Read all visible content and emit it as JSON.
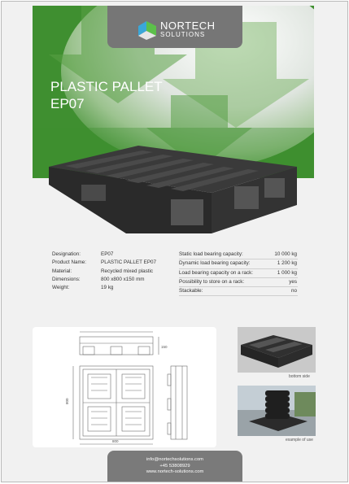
{
  "brand": {
    "name_line1": "NORTECH",
    "name_line2": "SOLUTIONS"
  },
  "product": {
    "title_line1": "PLASTIC PALLET",
    "title_line2": "EP07"
  },
  "specs_left": [
    {
      "label": "Designation:",
      "value": "EP07"
    },
    {
      "label": "Product Name:",
      "value": "PLASTIC PALLET EP07"
    },
    {
      "label": "Material:",
      "value": "Recycled mixed plastic"
    },
    {
      "label": "Dimensions:",
      "value": "800 x800 x150 mm"
    },
    {
      "label": "Weight:",
      "value": "19 kg"
    }
  ],
  "specs_right": [
    {
      "label": "Static load bearing capacity:",
      "value": "10 000 kg"
    },
    {
      "label": "Dynamic load bearing capacity:",
      "value": "1 200 kg"
    },
    {
      "label": "Load bearing capacity on a rack:",
      "value": "1 000 kg"
    },
    {
      "label": "Possibility to store on a rack:",
      "value": "yes"
    },
    {
      "label": "Stackable:",
      "value": "no"
    }
  ],
  "drawing": {
    "dim_left": "800",
    "dim_bottom": "800",
    "dim_height": "150"
  },
  "photos": {
    "bottom_caption": "bottom side",
    "usage_caption": "example of use"
  },
  "contact": {
    "email": "info@nortechsolutions.com",
    "phone": "+45 53808929",
    "web": "www.nortech-solutions.com"
  },
  "colors": {
    "hero_green": "#3d8e2e",
    "gray_panel": "#767676"
  }
}
